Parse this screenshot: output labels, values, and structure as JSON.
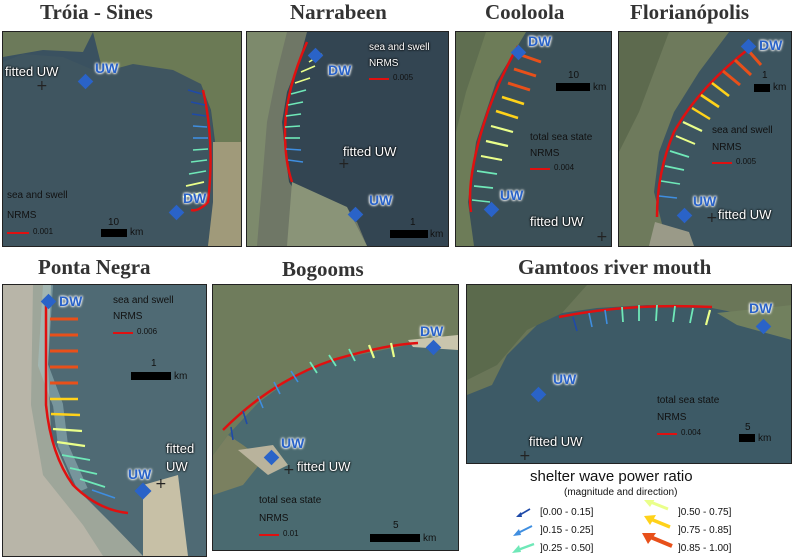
{
  "colors": {
    "shoreline": "#e01010",
    "marker": "#2a63c8",
    "bins": [
      "#1f4aa8",
      "#3f8ee0",
      "#6fe8b8",
      "#eaff8a",
      "#ffd21a",
      "#e8501a"
    ]
  },
  "panels": {
    "troia": {
      "title": "Tróia - Sines",
      "state": "sea and swell",
      "nrms_label": "NRMS",
      "nrms_value": "0.001",
      "scale_num": "10",
      "scale_unit": "km",
      "uw": "UW",
      "dw": "DW",
      "fitted": "fitted UW"
    },
    "narrabeen": {
      "title": "Narrabeen",
      "state": "sea and swell",
      "nrms_label": "NRMS",
      "nrms_value": "0.005",
      "scale_num": "1",
      "scale_unit": "km",
      "uw": "UW",
      "dw": "DW",
      "fitted": "fitted UW"
    },
    "cooloola": {
      "title": "Cooloola",
      "state": "total sea state",
      "nrms_label": "NRMS",
      "nrms_value": "0.004",
      "scale_num": "10",
      "scale_unit": "km",
      "uw": "UW",
      "dw": "DW",
      "fitted": "fitted UW"
    },
    "floripa": {
      "title": "Florianópolis",
      "state": "sea and swell",
      "nrms_label": "NRMS",
      "nrms_value": "0.005",
      "scale_num": "1",
      "scale_unit": "km",
      "uw": "UW",
      "dw": "DW",
      "fitted": "fitted UW"
    },
    "pontanegra": {
      "title": "Ponta Negra",
      "state": "sea and swell",
      "nrms_label": "NRMS",
      "nrms_value": "0.006",
      "scale_num": "1",
      "scale_unit": "km",
      "uw": "UW",
      "dw": "DW",
      "fitted_1": "fitted",
      "fitted_2": "UW"
    },
    "bogooms": {
      "title": "Bogooms",
      "state": "total sea state",
      "nrms_label": "NRMS",
      "nrms_value": "0.01",
      "scale_num": "5",
      "scale_unit": "km",
      "uw": "UW",
      "dw": "DW",
      "fitted": "fitted UW"
    },
    "gamtoos": {
      "title": "Gamtoos river mouth",
      "state": "total sea state",
      "nrms_label": "NRMS",
      "nrms_value": "0.004",
      "scale_num": "5",
      "scale_unit": "km",
      "uw": "UW",
      "dw": "DW",
      "fitted": "fitted UW"
    }
  },
  "legend": {
    "title": "shelter wave power ratio",
    "subtitle": "(magnitude and direction)",
    "items": [
      "[0.00 - 0.15]",
      "]0.15 - 0.25]",
      "]0.25 - 0.50]",
      "]0.50 - 0.75]",
      "]0.75 - 0.85]",
      "]0.85 - 1.00]"
    ]
  }
}
